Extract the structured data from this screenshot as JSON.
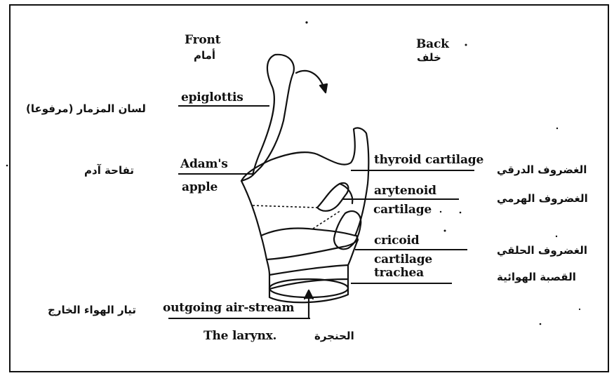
{
  "header": {
    "front_en": "Front",
    "front_ar": "أمام",
    "back_en": "Back",
    "back_ar": "خلف"
  },
  "labels_en": {
    "epiglottis": "epiglottis",
    "adams_line1": "Adam's",
    "adams_line2": "apple",
    "thyroid": "thyroid cartilage",
    "arytenoid_line1": "arytenoid",
    "arytenoid_line2": "cartilage",
    "cricoid_line1": "cricoid",
    "cricoid_line2": "cartilage",
    "trachea": "trachea",
    "airstream": "outgoing air-stream"
  },
  "labels_ar": {
    "epiglottis": "لسان المزمار (مرفوعا)",
    "adams": "تفاحة آدم",
    "thyroid": "الغضروف الدرقي",
    "arytenoid": "الغضروف الهرمي",
    "cricoid": "الغضروف الحلقي",
    "trachea": "القصبة الهوائية",
    "airstream": "تيار الهواء الخارج"
  },
  "caption": {
    "en": "The larynx.",
    "ar": "الحنجرة"
  },
  "colors": {
    "ink": "#111111",
    "background": "#ffffff"
  }
}
